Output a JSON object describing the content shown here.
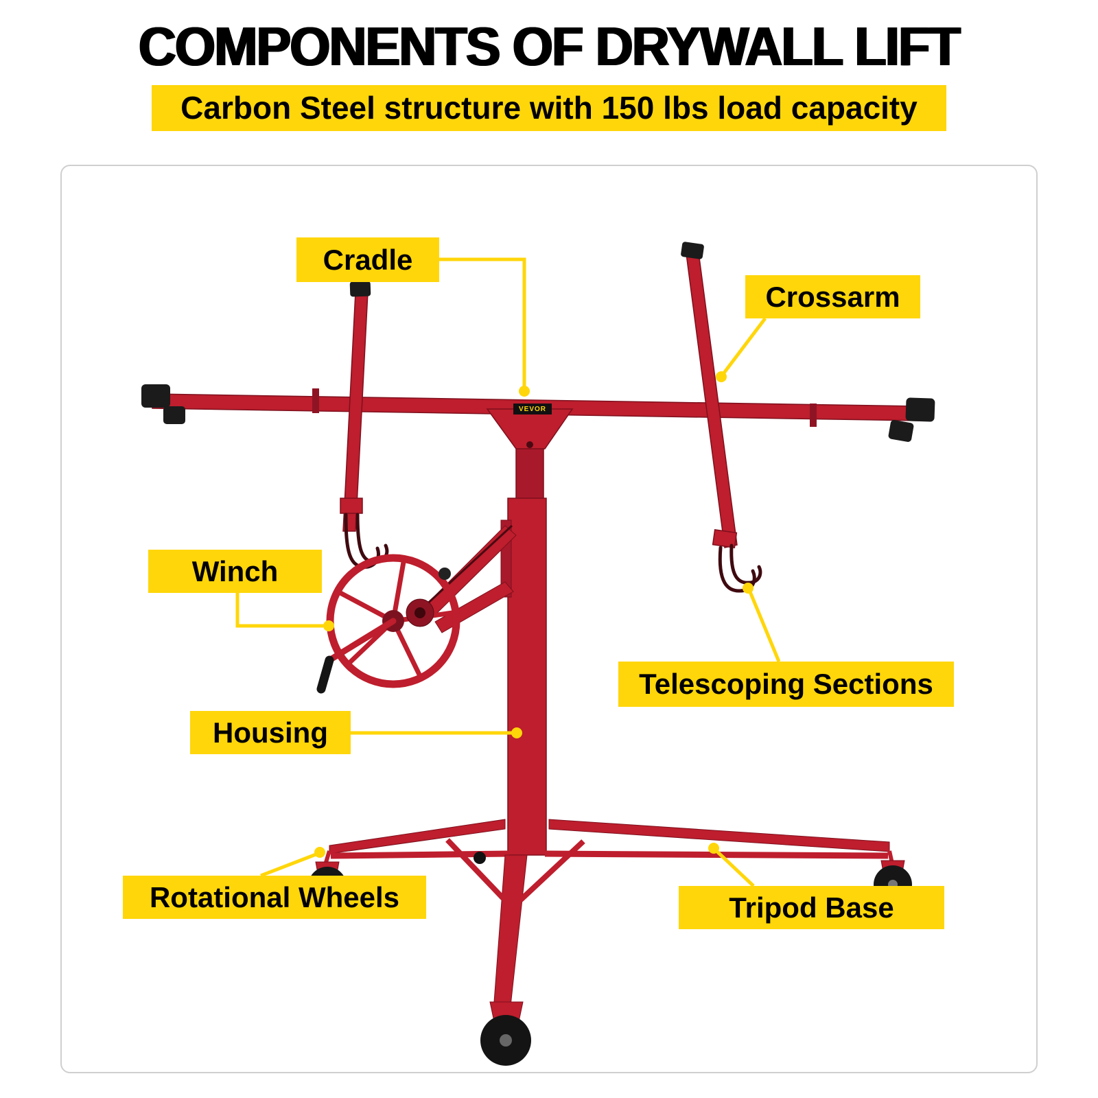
{
  "page": {
    "title": "COMPONENTS OF DRYWALL LIFT",
    "subtitle": "Carbon Steel structure with 150 lbs load capacity"
  },
  "brand": "VEVOR",
  "colors": {
    "accent_yellow": "#FFD60A",
    "machine_red": "#BE1E2D",
    "machine_dark_red": "#7E0F1D",
    "wheel_black": "#161616",
    "label_text": "#000000",
    "frame_border": "#CFCFCF",
    "background": "#FFFFFF"
  },
  "labels": [
    {
      "id": "cradle",
      "text": "Cradle"
    },
    {
      "id": "crossarm",
      "text": "Crossarm"
    },
    {
      "id": "winch",
      "text": "Winch"
    },
    {
      "id": "telescoping-sections",
      "text": "Telescoping Sections"
    },
    {
      "id": "housing",
      "text": "Housing"
    },
    {
      "id": "rotational-wheels",
      "text": "Rotational Wheels"
    },
    {
      "id": "tripod-base",
      "text": "Tripod Base"
    }
  ]
}
